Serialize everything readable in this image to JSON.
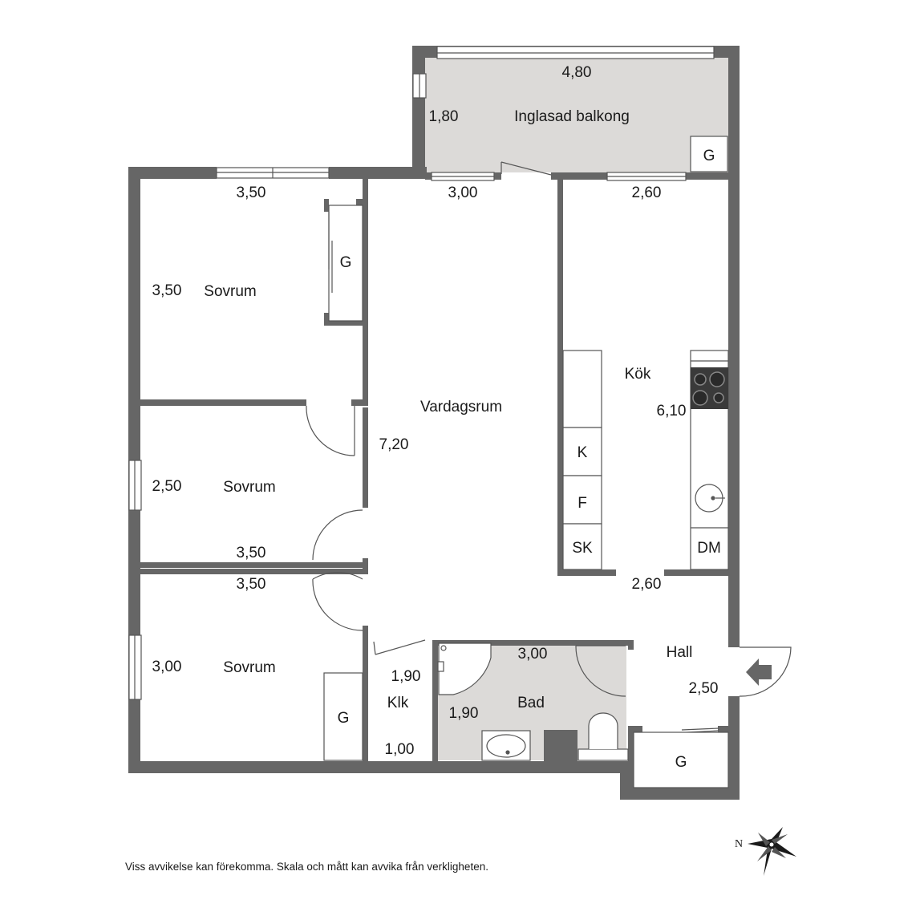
{
  "rooms": {
    "balkong": {
      "name": "Inglasad balkong",
      "width": "4,80",
      "depth": "1,80"
    },
    "balkong_closet": "G",
    "sovrum1": {
      "name": "Sovrum",
      "width": "3,50",
      "depth": "3,50"
    },
    "sovrum1_closet": "G",
    "sovrum2": {
      "name": "Sovrum",
      "depth": "2,50",
      "width": "3,50"
    },
    "sovrum3": {
      "name": "Sovrum",
      "width": "3,50",
      "depth": "3,00"
    },
    "sovrum3_closet": "G",
    "vardagsrum": {
      "name": "Vardagsrum",
      "width": "3,00",
      "depth": "7,20"
    },
    "kok": {
      "name": "Kök",
      "width": "2,60",
      "depth": "6,10",
      "bottom_width": "2,60"
    },
    "kok_units": {
      "k": "K",
      "f": "F",
      "sk": "SK",
      "dm": "DM"
    },
    "klk": {
      "name": "Klk",
      "depth": "1,90",
      "width": "1,00"
    },
    "bad": {
      "name": "Bad",
      "width": "3,00",
      "depth": "1,90"
    },
    "hall": {
      "name": "Hall",
      "depth": "2,50"
    },
    "hall_closet": "G"
  },
  "compass": {
    "north_label": "N"
  },
  "footer": {
    "disclaimer": "Viss avvikelse kan förekomma. Skala och mått kan avvika från verkligheten."
  }
}
